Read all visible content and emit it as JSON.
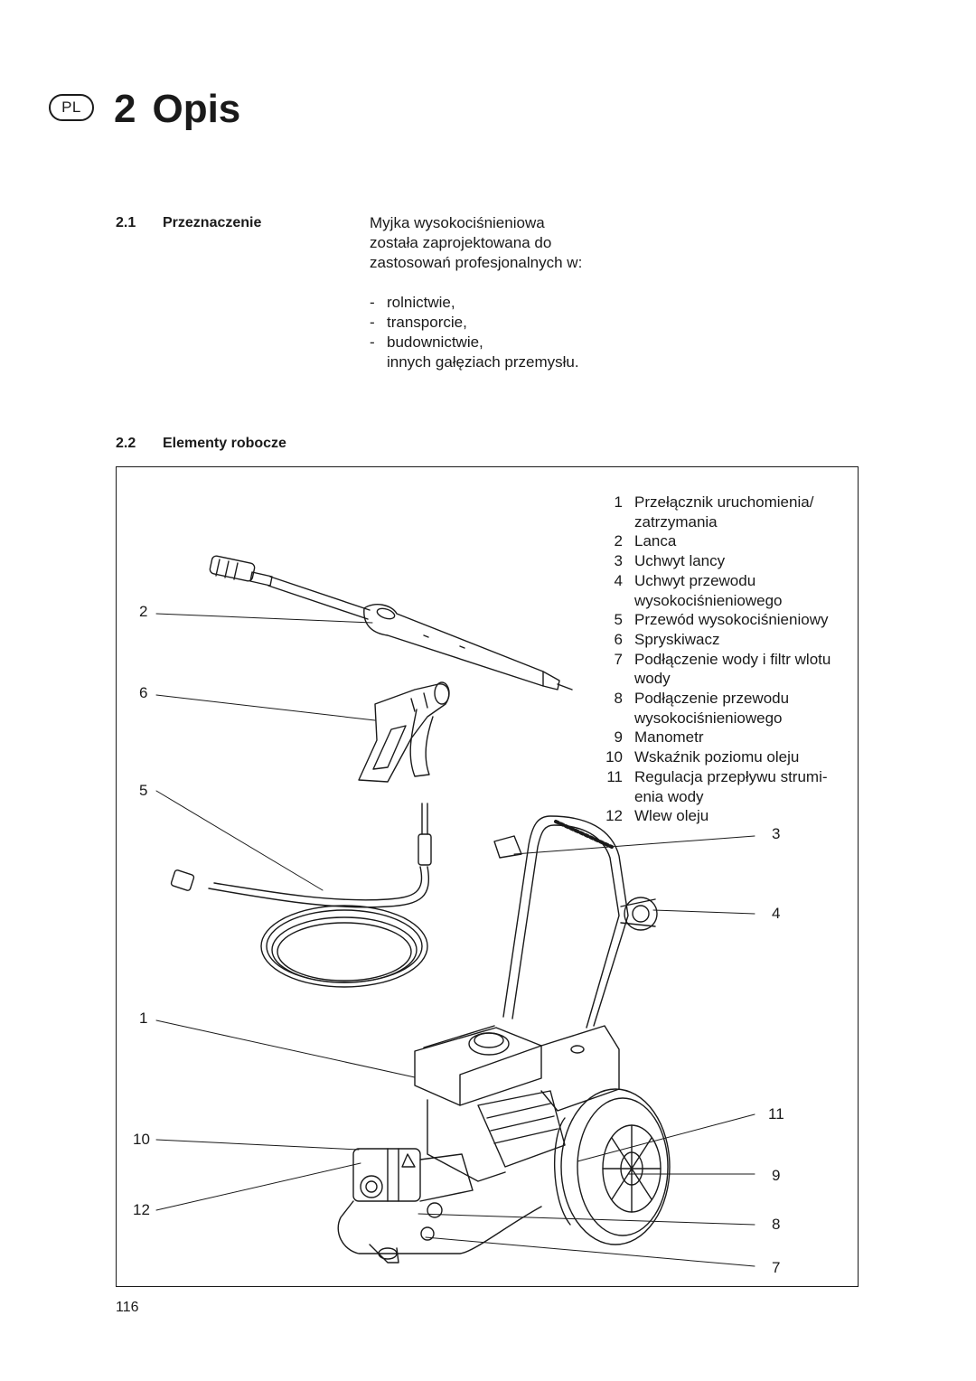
{
  "header": {
    "lang": "PL",
    "chapter_number": "2",
    "chapter_title": "Opis"
  },
  "section_1": {
    "number": "2.1",
    "title": "Przeznaczenie",
    "intro": [
      "Myjka wysokociśnieniowa",
      "została zaprojektowana do",
      "zastosowań profesjonalnych w:"
    ],
    "items": [
      "rolnictwie,",
      "transporcie,",
      "budownictwie,"
    ],
    "closing": "innych gałęziach przemysłu."
  },
  "section_2": {
    "number": "2.2",
    "title": "Elementy robocze"
  },
  "legend": [
    {
      "num": "1",
      "lines": [
        "Przełącznik uruchomienia/",
        "zatrzymania"
      ]
    },
    {
      "num": "2",
      "lines": [
        "Lanca"
      ]
    },
    {
      "num": "3",
      "lines": [
        "Uchwyt lancy"
      ]
    },
    {
      "num": "4",
      "lines": [
        "Uchwyt przewodu",
        "wysokociśnieniowego"
      ]
    },
    {
      "num": "5",
      "lines": [
        "Przewód wysokociśnieniowy"
      ]
    },
    {
      "num": "6",
      "lines": [
        "Spryskiwacz"
      ]
    },
    {
      "num": "7",
      "lines": [
        "Podłączenie wody i filtr wlotu",
        "wody"
      ]
    },
    {
      "num": "8",
      "lines": [
        "Podłączenie przewodu",
        "wysokociśnieniowego"
      ]
    },
    {
      "num": "9",
      "lines": [
        "Manometr"
      ]
    },
    {
      "num": "10",
      "lines": [
        "Wskaźnik poziomu oleju"
      ]
    },
    {
      "num": "11",
      "lines": [
        "Regulacja przepływu strumi-",
        "enia wody"
      ]
    },
    {
      "num": "12",
      "lines": [
        "Wlew oleju"
      ]
    }
  ],
  "callouts": {
    "left": [
      "2",
      "6",
      "5",
      "1",
      "10",
      "12"
    ],
    "right": [
      "3",
      "4",
      "11",
      "9",
      "8",
      "7"
    ]
  },
  "footer": {
    "page_number": "116"
  }
}
